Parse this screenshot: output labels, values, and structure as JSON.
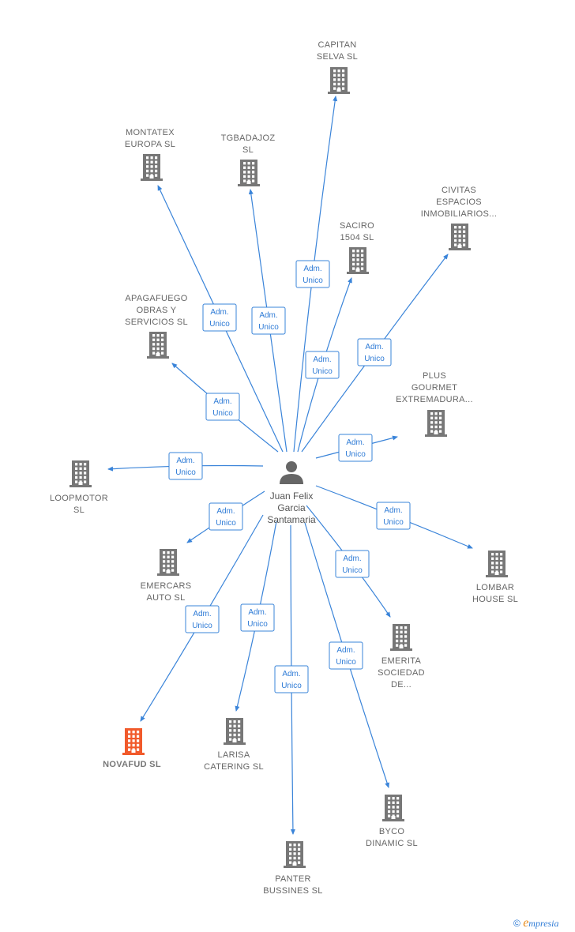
{
  "colors": {
    "edge": "#3a84d9",
    "building": "#777777",
    "building_highlight": "#f15a2b",
    "person": "#666666",
    "label": "#666666"
  },
  "center": {
    "name": [
      "Juan Felix",
      "Garcia",
      "Santamaria"
    ],
    "icon": "person-icon"
  },
  "edge_label": [
    "Adm.",
    "Unico"
  ],
  "companies": [
    {
      "id": "capitan-selva",
      "name": [
        "CAPITAN",
        "SELVA  SL"
      ],
      "highlight": false
    },
    {
      "id": "montatex-europa",
      "name": [
        "MONTATEX",
        "EUROPA  SL"
      ],
      "highlight": false
    },
    {
      "id": "tgbadajoz",
      "name": [
        "TGBADAJOZ",
        "SL"
      ],
      "highlight": false
    },
    {
      "id": "civitas",
      "name": [
        "CIVITAS",
        "ESPACIOS",
        "INMOBILIARIOS..."
      ],
      "highlight": false
    },
    {
      "id": "saciro",
      "name": [
        "SACIRO",
        "1504  SL"
      ],
      "highlight": false
    },
    {
      "id": "apagafuego",
      "name": [
        "APAGAFUEGO",
        "OBRAS Y",
        "SERVICIOS  SL"
      ],
      "highlight": false
    },
    {
      "id": "plus-gourmet",
      "name": [
        "PLUS",
        "GOURMET",
        "EXTREMADURA..."
      ],
      "highlight": false
    },
    {
      "id": "loopmotor",
      "name": [
        "LOOPMOTOR",
        "SL"
      ],
      "highlight": false
    },
    {
      "id": "emercars",
      "name": [
        "EMERCARS",
        "AUTO  SL"
      ],
      "highlight": false
    },
    {
      "id": "lombar-house",
      "name": [
        "LOMBAR",
        "HOUSE  SL"
      ],
      "highlight": false
    },
    {
      "id": "emerita",
      "name": [
        "EMERITA",
        "SOCIEDAD",
        "DE..."
      ],
      "highlight": false
    },
    {
      "id": "novafud",
      "name": [
        "NOVAFUD  SL"
      ],
      "highlight": true
    },
    {
      "id": "larisa-catering",
      "name": [
        "LARISA",
        "CATERING  SL"
      ],
      "highlight": false
    },
    {
      "id": "byco-dynamic",
      "name": [
        "BYCO",
        "DINAMIC  SL"
      ],
      "highlight": false
    },
    {
      "id": "panter-bussines",
      "name": [
        "PANTER",
        "BUSSINES  SL"
      ],
      "highlight": false
    }
  ],
  "footer": {
    "copyright_symbol": "©",
    "brand_initial": "e",
    "brand_rest": "mpresia"
  }
}
